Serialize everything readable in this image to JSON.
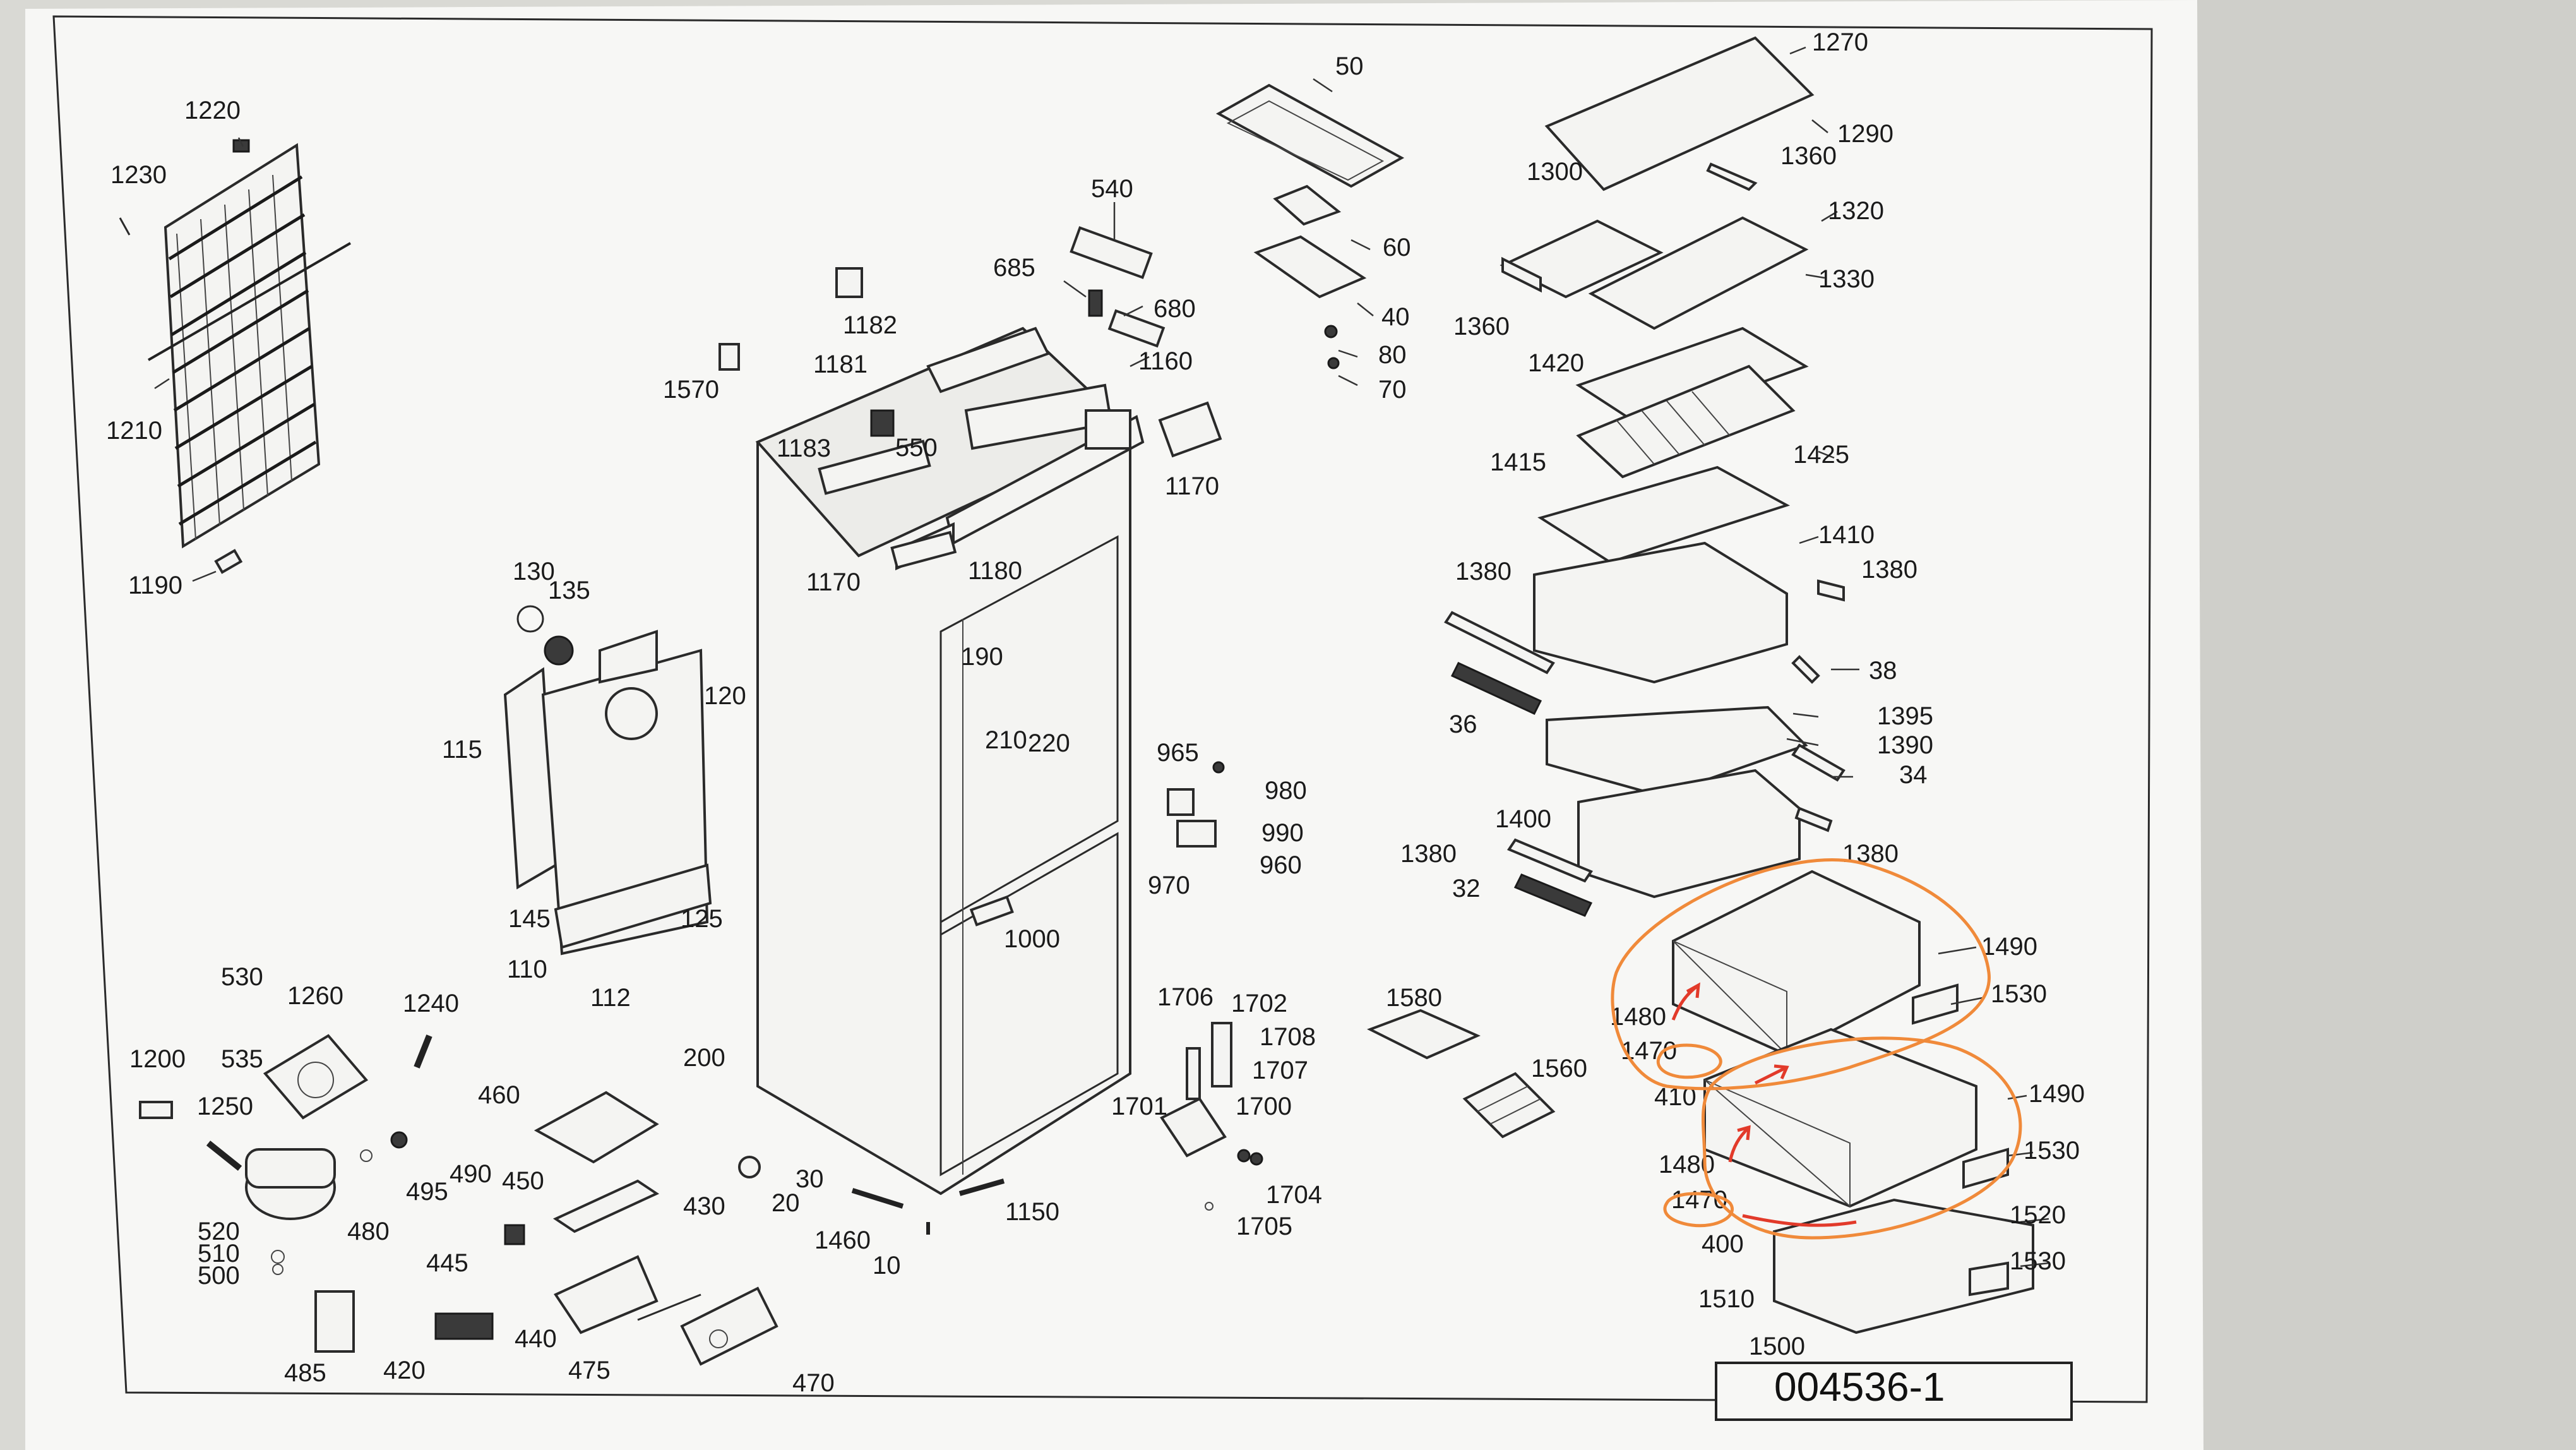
{
  "document_number": "004536-1",
  "callouts": [
    {
      "id": "c1220",
      "text": "1220"
    },
    {
      "id": "c1230",
      "text": "1230"
    },
    {
      "id": "c1210",
      "text": "1210"
    },
    {
      "id": "c1190",
      "text": "1190"
    },
    {
      "id": "c1570",
      "text": "1570"
    },
    {
      "id": "c540",
      "text": "540"
    },
    {
      "id": "c685",
      "text": "685"
    },
    {
      "id": "c680",
      "text": "680"
    },
    {
      "id": "c1182",
      "text": "1182"
    },
    {
      "id": "c1181",
      "text": "1181"
    },
    {
      "id": "c1160",
      "text": "1160"
    },
    {
      "id": "c1183",
      "text": "1183"
    },
    {
      "id": "c550",
      "text": "550"
    },
    {
      "id": "c1170a",
      "text": "1170"
    },
    {
      "id": "c1170b",
      "text": "1170"
    },
    {
      "id": "c1180",
      "text": "1180"
    },
    {
      "id": "c50",
      "text": "50"
    },
    {
      "id": "c60",
      "text": "60"
    },
    {
      "id": "c40",
      "text": "40"
    },
    {
      "id": "c80",
      "text": "80"
    },
    {
      "id": "c70",
      "text": "70"
    },
    {
      "id": "c1270",
      "text": "1270"
    },
    {
      "id": "c1290",
      "text": "1290"
    },
    {
      "id": "c1300",
      "text": "1300"
    },
    {
      "id": "c1360a",
      "text": "1360"
    },
    {
      "id": "c1320",
      "text": "1320"
    },
    {
      "id": "c1330",
      "text": "1330"
    },
    {
      "id": "c1360b",
      "text": "1360"
    },
    {
      "id": "c1420",
      "text": "1420"
    },
    {
      "id": "c1415",
      "text": "1415"
    },
    {
      "id": "c1425",
      "text": "1425"
    },
    {
      "id": "c1410",
      "text": "1410"
    },
    {
      "id": "c1380a",
      "text": "1380"
    },
    {
      "id": "c1380b",
      "text": "1380"
    },
    {
      "id": "c38",
      "text": "38"
    },
    {
      "id": "c36",
      "text": "36"
    },
    {
      "id": "c1395",
      "text": "1395"
    },
    {
      "id": "c1390",
      "text": "1390"
    },
    {
      "id": "c34",
      "text": "34"
    },
    {
      "id": "c1400",
      "text": "1400"
    },
    {
      "id": "c1380c",
      "text": "1380"
    },
    {
      "id": "c1380d",
      "text": "1380"
    },
    {
      "id": "c32",
      "text": "32"
    },
    {
      "id": "c1490a",
      "text": "1490"
    },
    {
      "id": "c1530a",
      "text": "1530"
    },
    {
      "id": "c1480a",
      "text": "1480"
    },
    {
      "id": "c1470a",
      "text": "1470"
    },
    {
      "id": "c410",
      "text": "410"
    },
    {
      "id": "c1490b",
      "text": "1490"
    },
    {
      "id": "c1530b",
      "text": "1530"
    },
    {
      "id": "c1480b",
      "text": "1480"
    },
    {
      "id": "c1470b",
      "text": "1470"
    },
    {
      "id": "c400",
      "text": "400"
    },
    {
      "id": "c1520",
      "text": "1520"
    },
    {
      "id": "c1530c",
      "text": "1530"
    },
    {
      "id": "c1510",
      "text": "1510"
    },
    {
      "id": "c1500",
      "text": "1500"
    },
    {
      "id": "c130",
      "text": "130"
    },
    {
      "id": "c135",
      "text": "135"
    },
    {
      "id": "c120",
      "text": "120"
    },
    {
      "id": "c115",
      "text": "115"
    },
    {
      "id": "c145",
      "text": "145"
    },
    {
      "id": "c125",
      "text": "125"
    },
    {
      "id": "c110",
      "text": "110"
    },
    {
      "id": "c112",
      "text": "112"
    },
    {
      "id": "c190",
      "text": "190"
    },
    {
      "id": "c210",
      "text": "210"
    },
    {
      "id": "c220",
      "text": "220"
    },
    {
      "id": "c965",
      "text": "965"
    },
    {
      "id": "c980",
      "text": "980"
    },
    {
      "id": "c990",
      "text": "990"
    },
    {
      "id": "c960",
      "text": "960"
    },
    {
      "id": "c970",
      "text": "970"
    },
    {
      "id": "c1000",
      "text": "1000"
    },
    {
      "id": "c1580",
      "text": "1580"
    },
    {
      "id": "c1560",
      "text": "1560"
    },
    {
      "id": "c530",
      "text": "530"
    },
    {
      "id": "c1260",
      "text": "1260"
    },
    {
      "id": "c1240",
      "text": "1240"
    },
    {
      "id": "c535",
      "text": "535"
    },
    {
      "id": "c1200",
      "text": "1200"
    },
    {
      "id": "c1250",
      "text": "1250"
    },
    {
      "id": "c200",
      "text": "200"
    },
    {
      "id": "c460",
      "text": "460"
    },
    {
      "id": "c490",
      "text": "490"
    },
    {
      "id": "c495",
      "text": "495"
    },
    {
      "id": "c450",
      "text": "450"
    },
    {
      "id": "c430",
      "text": "430"
    },
    {
      "id": "c30",
      "text": "30"
    },
    {
      "id": "c20",
      "text": "20"
    },
    {
      "id": "c480",
      "text": "480"
    },
    {
      "id": "c520",
      "text": "520"
    },
    {
      "id": "c510",
      "text": "510"
    },
    {
      "id": "c500",
      "text": "500"
    },
    {
      "id": "c445",
      "text": "445"
    },
    {
      "id": "c1460",
      "text": "1460"
    },
    {
      "id": "c10",
      "text": "10"
    },
    {
      "id": "c1150",
      "text": "1150"
    },
    {
      "id": "c1706",
      "text": "1706"
    },
    {
      "id": "c1702",
      "text": "1702"
    },
    {
      "id": "c1708",
      "text": "1708"
    },
    {
      "id": "c1707",
      "text": "1707"
    },
    {
      "id": "c1701",
      "text": "1701"
    },
    {
      "id": "c1700",
      "text": "1700"
    },
    {
      "id": "c1704",
      "text": "1704"
    },
    {
      "id": "c1705",
      "text": "1705"
    },
    {
      "id": "c485",
      "text": "485"
    },
    {
      "id": "c420",
      "text": "420"
    },
    {
      "id": "c440",
      "text": "440"
    },
    {
      "id": "c475",
      "text": "475"
    },
    {
      "id": "c470",
      "text": "470"
    }
  ]
}
